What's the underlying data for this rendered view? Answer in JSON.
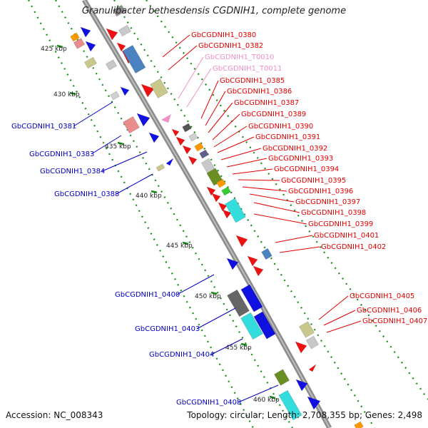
{
  "title": "Granulibacter bethesdensis CGDNIH1, complete genome",
  "footer": {
    "accession_label": "Accession:",
    "accession": "NC_008343",
    "topology_label": "Topology:",
    "topology": "circular;",
    "length_label": "Length:",
    "length": "2,708,355 bp;",
    "genes_label": "Genes:",
    "genes": "2,498"
  },
  "colors": {
    "forward_label": "#e00000",
    "reverse_label": "#0000c0",
    "rna_label": "#f08fc8",
    "backbone": "#8c8c8c",
    "tick": "#1a8a1a"
  },
  "ticks": [
    "425 kbp",
    "430 kbp",
    "435 kbp",
    "440 kbp",
    "445 kbp",
    "450 kbp",
    "455 kbp",
    "460 kbp"
  ],
  "labels_right": [
    {
      "text": "GbCGDNIH1_0380",
      "kind": "fwd"
    },
    {
      "text": "GbCGDNIH1_0382",
      "kind": "fwd"
    },
    {
      "text": "GbCGDNIH1_T0010",
      "kind": "rna"
    },
    {
      "text": "GbCGDNIH1_T0011",
      "kind": "rna"
    },
    {
      "text": "GbCGDNIH1_0385",
      "kind": "fwd"
    },
    {
      "text": "GbCGDNIH1_0386",
      "kind": "fwd"
    },
    {
      "text": "GbCGDNIH1_0387",
      "kind": "fwd"
    },
    {
      "text": "GbCGDNIH1_0389",
      "kind": "fwd"
    },
    {
      "text": "GbCGDNIH1_0390",
      "kind": "fwd"
    },
    {
      "text": "GbCGDNIH1_0391",
      "kind": "fwd"
    },
    {
      "text": "GbCGDNIH1_0392",
      "kind": "fwd"
    },
    {
      "text": "GbCGDNIH1_0393",
      "kind": "fwd"
    },
    {
      "text": "GbCGDNIH1_0394",
      "kind": "fwd"
    },
    {
      "text": "GbCGDNIH1_0395",
      "kind": "fwd"
    },
    {
      "text": "GbCGDNIH1_0396",
      "kind": "fwd"
    },
    {
      "text": "GbCGDNIH1_0397",
      "kind": "fwd"
    },
    {
      "text": "GbCGDNIH1_0398",
      "kind": "fwd"
    },
    {
      "text": "GbCGDNIH1_0399",
      "kind": "fwd"
    },
    {
      "text": "GbCGDNIH1_0401",
      "kind": "fwd"
    },
    {
      "text": "GbCGDNIH1_0402",
      "kind": "fwd"
    },
    {
      "text": "GbCGDNIH1_0405",
      "kind": "fwd"
    },
    {
      "text": "GbCGDNIH1_0406",
      "kind": "fwd"
    },
    {
      "text": "GbCGDNIH1_0407",
      "kind": "fwd"
    }
  ],
  "labels_left": [
    {
      "text": "GbCGDNIH1_0381"
    },
    {
      "text": "GbCGDNIH1_0383"
    },
    {
      "text": "GbCGDNIH1_0384"
    },
    {
      "text": "GbCGDNIH1_0388"
    },
    {
      "text": "GbCGDNIH1_0400"
    },
    {
      "text": "GbCGDNIH1_0403"
    },
    {
      "text": "GbCGDNIH1_0404"
    },
    {
      "text": "GbCGDNIH1_0408"
    }
  ]
}
